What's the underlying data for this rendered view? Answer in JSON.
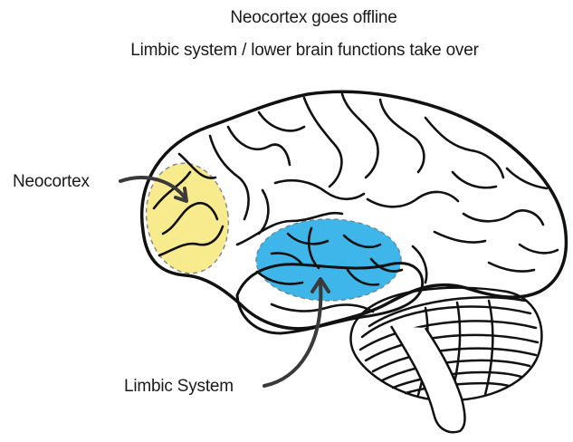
{
  "title": {
    "line1": "Neocortex goes offline",
    "line2": "Limbic system / lower brain functions take over"
  },
  "labels": {
    "neocortex": "Neocortex",
    "limbic_system": "Limbic System"
  },
  "colors": {
    "neocortex_highlight": "#f7eb8e",
    "limbic_highlight": "#3fb6ea",
    "outline": "#111111",
    "arrow": "#3a3a3a",
    "highlight_border": "#8a8a8a"
  }
}
